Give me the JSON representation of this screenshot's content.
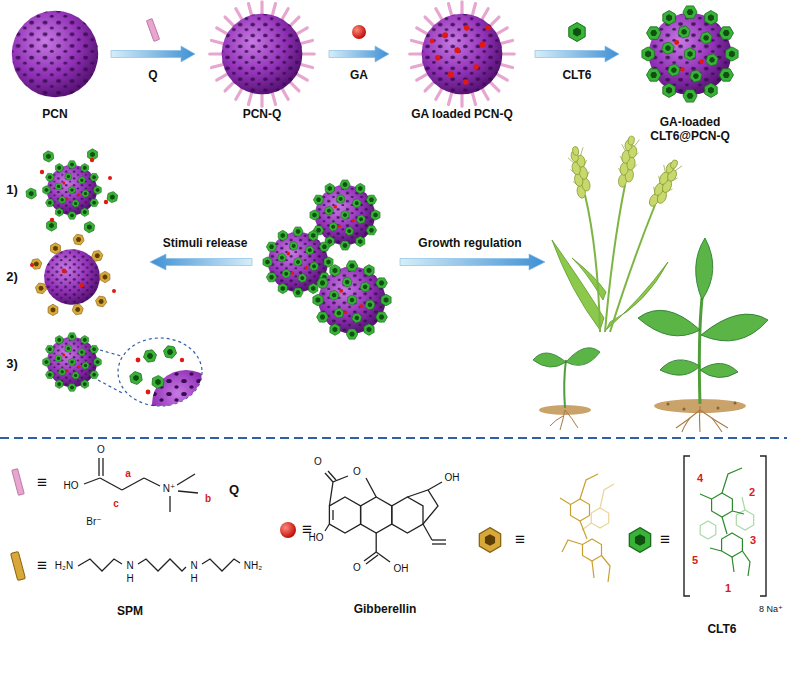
{
  "diagram": {
    "nodes": [
      {
        "text": [
          "PCN"
        ]
      },
      {
        "text": [
          "PCN-Q"
        ]
      },
      {
        "text": [
          "GA loaded PCN-Q"
        ]
      },
      {
        "text": [
          "GA-loaded CLT6@PCN-Q"
        ]
      }
    ],
    "edges": [
      {
        "from": 0,
        "to": 1,
        "arrow": "to",
        "label": "Q"
      },
      {
        "from": 1,
        "to": 2,
        "arrow": "to",
        "label": "GA"
      },
      {
        "from": 2,
        "to": 3,
        "arrow": "to",
        "label": "CLT6"
      }
    ],
    "labels": [
      "1)",
      "2)",
      "3)",
      "Stimuli release",
      "Growth regulation",
      "≡",
      "HO",
      "O",
      "c",
      "a",
      "Br⁻",
      "N⁺",
      "b",
      "Q",
      "≡",
      "H₂N",
      "N",
      "H",
      "N",
      "H",
      "NH₂",
      "SPM",
      "≡",
      "O",
      "O",
      "HO",
      "OH",
      "O",
      "OH",
      "Gibberellin",
      "≡",
      "≡",
      "4",
      "2",
      "3",
      "1",
      "5",
      "8 Na⁺",
      "CLT6"
    ]
  }
}
